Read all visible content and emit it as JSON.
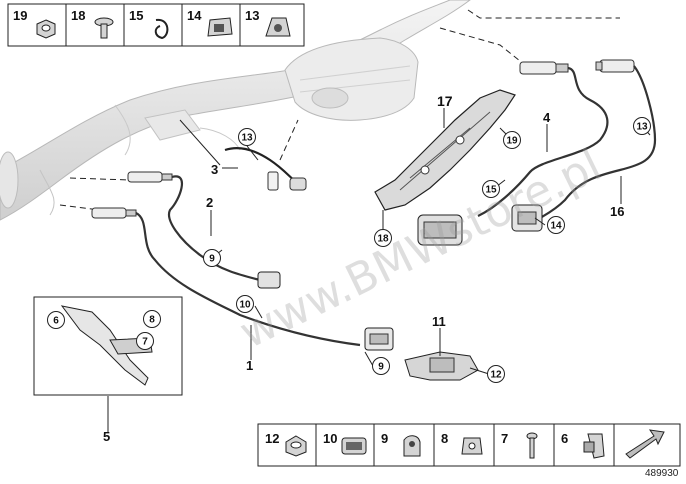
{
  "top_strip": {
    "items": [
      {
        "num": "19",
        "icon": "hex-nut-icon"
      },
      {
        "num": "18",
        "icon": "screw-icon"
      },
      {
        "num": "15",
        "icon": "hose-clip-icon"
      },
      {
        "num": "14",
        "icon": "cable-holder-icon"
      },
      {
        "num": "13",
        "icon": "cable-clamp-icon"
      }
    ]
  },
  "bottom_strip": {
    "items": [
      {
        "num": "12",
        "icon": "collar-nut-icon"
      },
      {
        "num": "10",
        "icon": "plug-housing-icon"
      },
      {
        "num": "9",
        "icon": "cable-clip-icon"
      },
      {
        "num": "8",
        "icon": "spring-nut-icon"
      },
      {
        "num": "7",
        "icon": "expanding-rivet-icon"
      },
      {
        "num": "6",
        "icon": "cable-tie-icon"
      }
    ],
    "arrow_icon": "direction-arrow-icon"
  },
  "callouts": [
    {
      "label": "17"
    },
    {
      "label": "4"
    },
    {
      "label": "3"
    },
    {
      "label": "2"
    },
    {
      "label": "16"
    },
    {
      "label": "11"
    },
    {
      "label": "1"
    },
    {
      "label": "5"
    }
  ],
  "circled": [
    {
      "label": "13"
    },
    {
      "label": "19"
    },
    {
      "label": "13"
    },
    {
      "label": "15"
    },
    {
      "label": "14"
    },
    {
      "label": "18"
    },
    {
      "label": "9"
    },
    {
      "label": "10"
    },
    {
      "label": "9"
    },
    {
      "label": "12"
    },
    {
      "label": "6"
    },
    {
      "label": "8"
    },
    {
      "label": "7"
    }
  ],
  "watermark": "www.BMWstore.pl",
  "doc_number": "489930"
}
